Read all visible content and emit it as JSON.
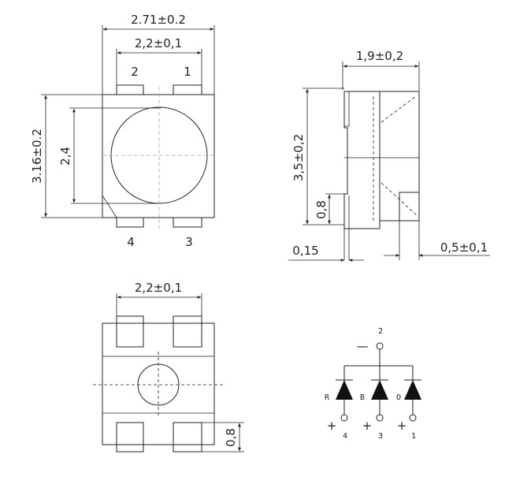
{
  "top_view": {
    "width_outer": "2.71±0.2",
    "width_pads": "2,2±0,1",
    "height": "3.16±0.2",
    "lens_dia": "2,4",
    "pin_top_left": "2",
    "pin_top_right": "1",
    "pin_bottom_left": "4",
    "pin_bottom_right": "3"
  },
  "side_view": {
    "depth": "1,9±0,2",
    "height": "3,5±0,2",
    "lead_height": "0,8",
    "lead_thickness": "0,15",
    "lead_width": "0,5±0,1"
  },
  "bottom_view": {
    "pad_spacing": "2,2±0,1",
    "pad_height": "0,8"
  },
  "schematic": {
    "common_pin": "2",
    "common_sign": "—",
    "diodes": [
      {
        "color_letter": "R",
        "pin": "4",
        "sign": "+"
      },
      {
        "color_letter": "B",
        "pin": "3",
        "sign": "+"
      },
      {
        "color_letter": "O",
        "pin": "1",
        "sign": "+"
      }
    ]
  }
}
